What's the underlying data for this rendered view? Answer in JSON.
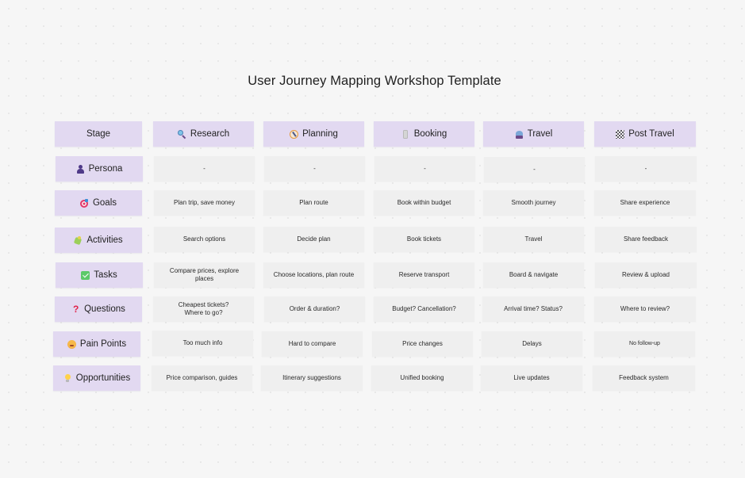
{
  "title": "User Journey Mapping Workshop Template",
  "colors": {
    "canvas_background": "#f6f6f6",
    "header_cell": "#e2d9f1",
    "content_cell": "#efefef",
    "text": "#1e1e1e"
  },
  "header": {
    "stage_label": "Stage",
    "stages": [
      {
        "label": "Research",
        "icon": "magnifying-glass-icon"
      },
      {
        "label": "Planning",
        "icon": "compass-icon"
      },
      {
        "label": "Booking",
        "icon": "mobile-phone-icon"
      },
      {
        "label": "Travel",
        "icon": "luggage-icon"
      },
      {
        "label": "Post Travel",
        "icon": "checkered-flag-icon"
      }
    ]
  },
  "rows": [
    {
      "label": "Persona",
      "icon": "person-icon",
      "cells": [
        "-",
        "-",
        "-",
        "-",
        "-"
      ]
    },
    {
      "label": "Goals",
      "icon": "target-icon",
      "cells": [
        "Plan trip, save money",
        "Plan route",
        "Book within budget",
        "Smooth journey",
        "Share experience"
      ]
    },
    {
      "label": "Activities",
      "icon": "puzzle-piece-icon",
      "cells": [
        "Search options",
        "Decide plan",
        "Book tickets",
        "Travel",
        "Share feedback"
      ]
    },
    {
      "label": "Tasks",
      "icon": "check-mark-icon",
      "cells": [
        "Compare prices, explore places",
        "Choose locations, plan route",
        "Reserve transport",
        "Board & navigate",
        "Review & upload"
      ]
    },
    {
      "label": "Questions",
      "icon": "question-mark-icon",
      "cells": [
        "Cheapest tickets? Where to go?",
        "Order & duration?",
        "Budget? Cancellation?",
        "Arrival time? Status?",
        "Where to review?"
      ]
    },
    {
      "label": "Pain Points",
      "icon": "frustrated-face-icon",
      "cells": [
        "Too much info",
        "Hard to compare",
        "Price changes",
        "Delays",
        "No follow-up"
      ]
    },
    {
      "label": "Opportunities",
      "icon": "light-bulb-icon",
      "cells": [
        "Price comparison, guides",
        "Itinerary suggestions",
        "Unified booking",
        "Live updates",
        "Feedback system"
      ]
    }
  ]
}
